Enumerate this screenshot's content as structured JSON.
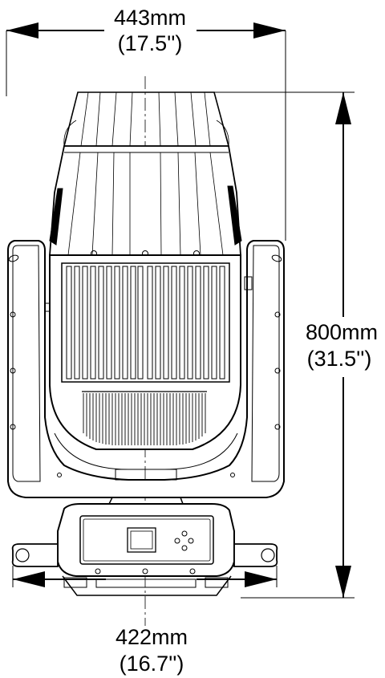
{
  "dimensions": {
    "top_width": {
      "metric": "443mm",
      "imperial": "(17.5'')"
    },
    "height": {
      "metric": "800mm",
      "imperial": "(31.5'')"
    },
    "base_width": {
      "metric": "422mm",
      "imperial": "(16.7'')"
    }
  },
  "colors": {
    "line": "#000000",
    "background": "#ffffff"
  }
}
